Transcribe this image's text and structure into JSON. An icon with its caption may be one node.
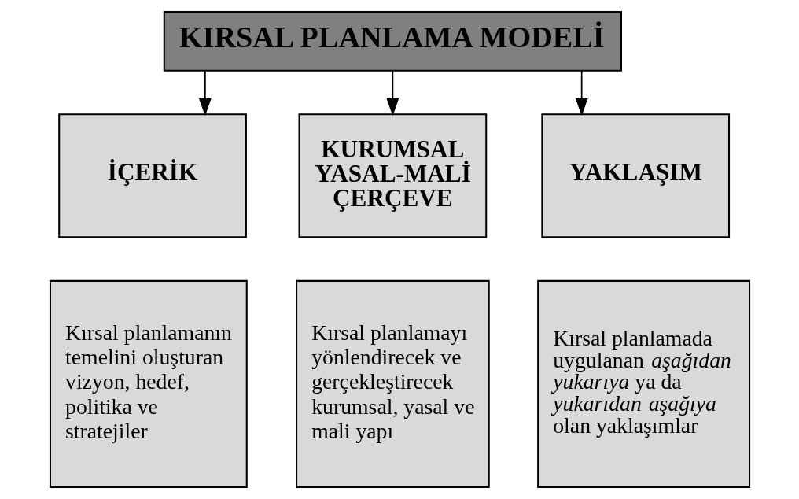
{
  "diagram": {
    "nodes": [
      {
        "text": [
          "KIRSAL PLANLAMA MODELİ"
        ]
      },
      {
        "text": [
          "İÇERİK"
        ]
      },
      {
        "text": [
          "KURUMSAL YASAL-MALİ ÇERÇEVE"
        ]
      },
      {
        "text": [
          "YAKLAŞIM"
        ]
      },
      {
        "text": [
          "Kırsal planlamanın temelini oluşturan vizyon, hedef, politika ve stratejiler"
        ]
      },
      {
        "text": [
          "Kırsal planlamayı yönlendirecek ve gerçekleştirecek kurumsal, yasal ve mali yapı"
        ]
      },
      {
        "text": [
          "Kırsal planlamada uygulanan *aşağıdan yukarıya* ya da *yukarıdan aşağıya* olan yaklaşımlar"
        ]
      }
    ],
    "edges": [
      {
        "from": 0,
        "to": 1,
        "arrow": "to"
      },
      {
        "from": 0,
        "to": 2,
        "arrow": "to"
      },
      {
        "from": 0,
        "to": 3,
        "arrow": "to"
      }
    ]
  }
}
